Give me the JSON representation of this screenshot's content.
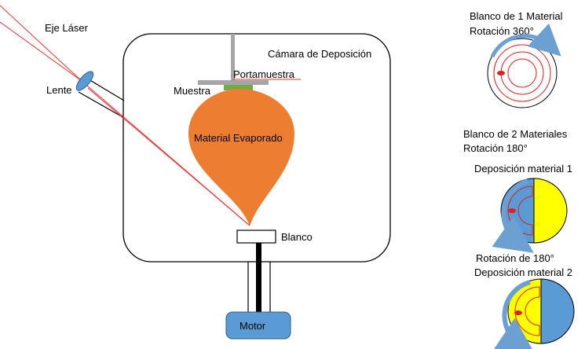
{
  "labels": {
    "laser_axis": "Eje Láser",
    "lens": "Lente",
    "chamber": "Cámara de Deposición",
    "holder": "Portamuestra",
    "sample": "Muestra",
    "plume": "Material Evaporado",
    "target": "Blanco",
    "motor": "Motor"
  },
  "panel_one": {
    "title_line1": "Blanco de 1 Material",
    "title_line2": "Rotación 360°"
  },
  "panel_two": {
    "title_line1": "Blanco de 2 Materiales",
    "title_line2": "Rotación 180°",
    "step1": "Deposición material 1",
    "step2_line1": "Rotación de 180°",
    "step2_line2": "Deposición material 2"
  },
  "colors": {
    "plume": "#ED7D31",
    "sample": "#70AD47",
    "holder": "#A6A6A6",
    "laser": "#E8312F",
    "motor": "#5B9BD5",
    "material_1": "#5B9BD5",
    "material_2": "#FFFF00",
    "track": "#E02020",
    "arrow": "#6C9FD2"
  }
}
